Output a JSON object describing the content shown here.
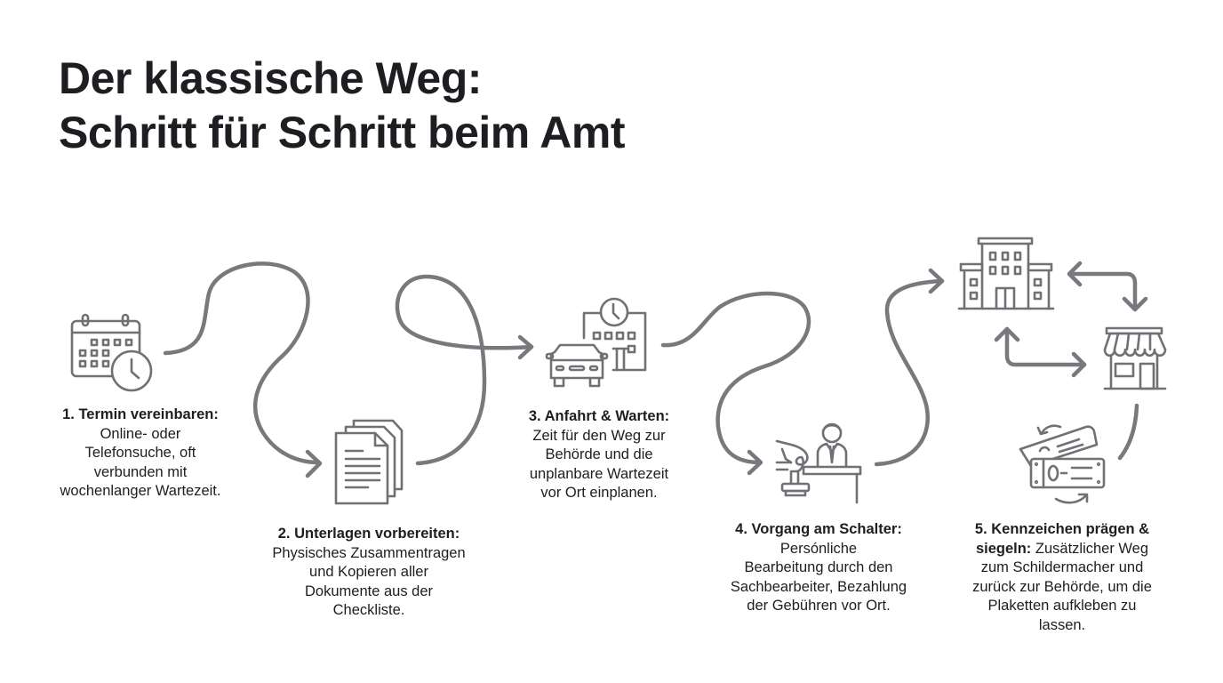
{
  "title": {
    "line1": "Der klassische Weg:",
    "line2": "Schritt für Schritt beim Amt"
  },
  "colors": {
    "text": "#1c1e22",
    "icon_stroke": "#6f7175",
    "flow_stroke": "#77797d",
    "background": "#ffffff"
  },
  "steps": [
    {
      "heading": "1. Termin vereinbaren:",
      "lines": [
        "Online- oder",
        "Telefonsuche, oft",
        "verbunden mit",
        "wochenlanger Wartezeit."
      ],
      "icon": "calendar-clock-icon"
    },
    {
      "heading": "2. Unterlagen vorbereiten:",
      "lines": [
        "Physisches Zusammentragen",
        "und Kopieren aller",
        "Dokumente aus der",
        "Checkliste."
      ],
      "icon": "documents-stack-icon"
    },
    {
      "heading": "3. Anfahrt & Warten:",
      "lines": [
        "Zeit für den Weg zur",
        "Behörde und die",
        "unplanbare Wartezeit",
        "vor Ort einplanen."
      ],
      "icon": "car-building-clock-icon"
    },
    {
      "heading": "4. Vorgang am Schalter:",
      "lines": [
        "Persónliche",
        "Bearbeitung durch den",
        "Sachbearbeiter, Bezahlung",
        "der Gebühren vor Ort."
      ],
      "icon": "clerk-stamp-icon"
    },
    {
      "heading": "5. Kennzeichen prägen &",
      "heading_cont": "siegeln:",
      "first_line_rest": " Zusätzlicher Weg",
      "lines": [
        "zum Schildermacher und",
        "zurück zur Behörde, um die",
        "Plaketten aufkleben zu",
        "lassen."
      ],
      "icon": "license-plates-icon"
    }
  ],
  "extra_icons": [
    "office-building-icon",
    "shop-storefront-icon",
    "bidirectional-arrows-icon"
  ]
}
